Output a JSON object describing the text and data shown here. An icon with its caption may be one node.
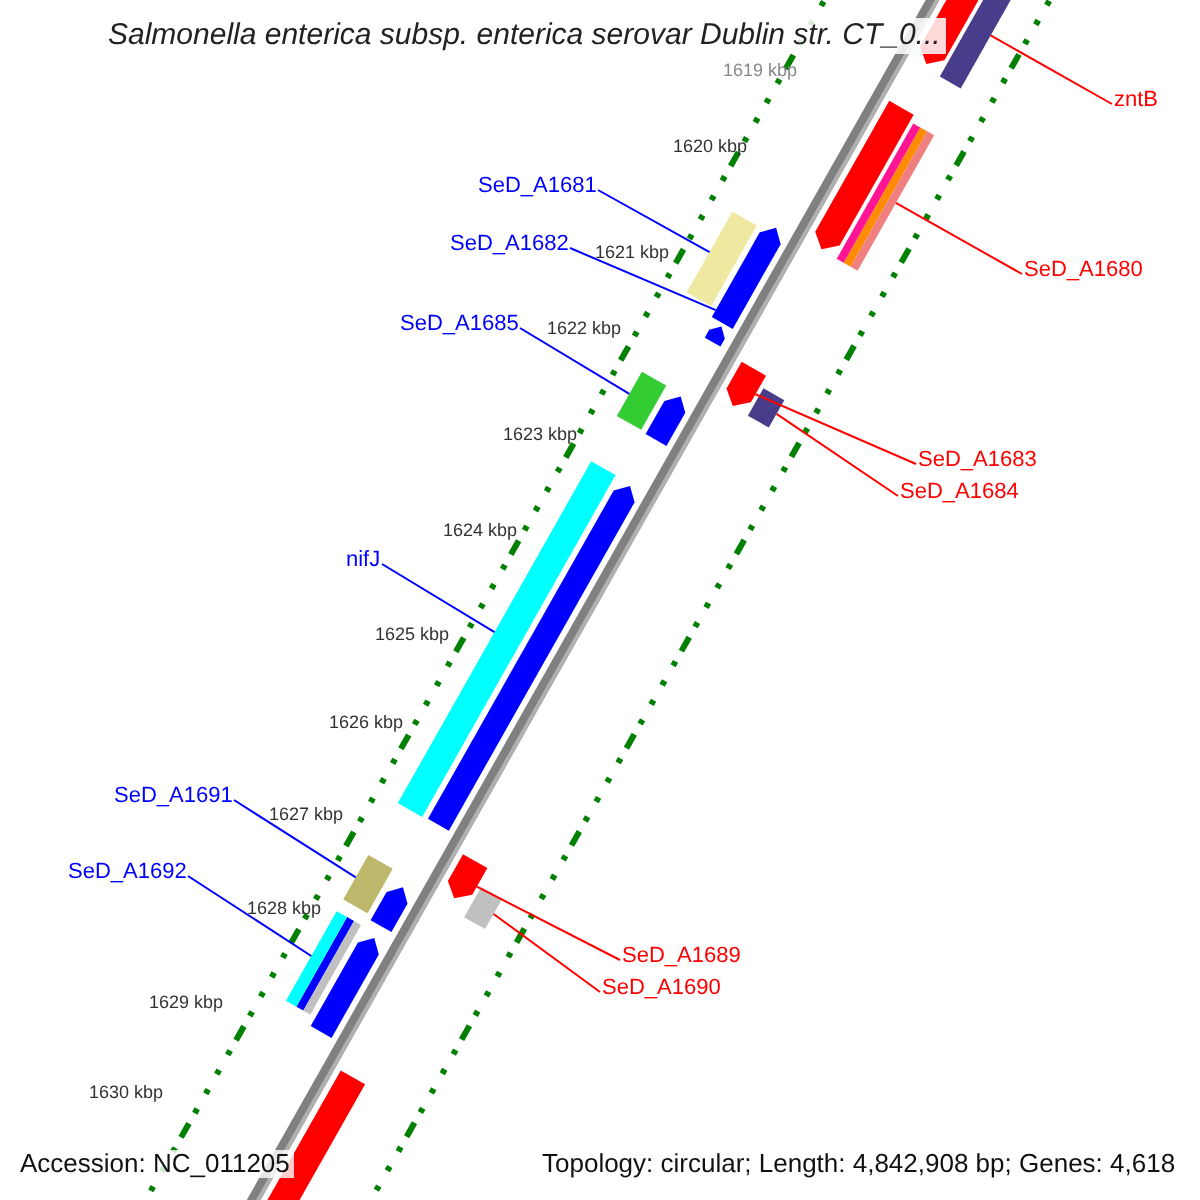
{
  "diagram": {
    "title": "Salmonella enterica subsp. enterica serovar Dublin str. CT_0...",
    "nodes": [
      {
        "text": [
          "zntB"
        ]
      },
      {
        "text": [
          "SeD_A1681"
        ]
      },
      {
        "text": [
          "SeD_A1682"
        ]
      },
      {
        "text": [
          "SeD_A1680"
        ]
      },
      {
        "text": [
          "SeD_A1685"
        ]
      },
      {
        "text": [
          "SeD_A1683"
        ]
      },
      {
        "text": [
          "SeD_A1684"
        ]
      },
      {
        "text": [
          "nifJ"
        ]
      },
      {
        "text": [
          "SeD_A1691"
        ]
      },
      {
        "text": [
          "SeD_A1692"
        ]
      },
      {
        "text": [
          "SeD_A1689"
        ]
      },
      {
        "text": [
          "SeD_A1690"
        ]
      },
      {
        "text": [],
        "shape": "bar"
      },
      {
        "text": [],
        "shape": "bar"
      },
      {
        "text": [],
        "shape": "bar"
      },
      {
        "text": [],
        "shape": "bar"
      },
      {
        "text": [],
        "shape": "bar"
      },
      {
        "text": [],
        "shape": "bar"
      },
      {
        "text": [],
        "shape": "bar"
      },
      {
        "text": [],
        "shape": "bar"
      },
      {
        "text": [],
        "shape": "bar"
      },
      {
        "text": [],
        "shape": "bar"
      },
      {
        "text": [],
        "shape": "bar"
      },
      {
        "text": [],
        "shape": "bar"
      }
    ],
    "edges": [
      {
        "from": 0,
        "to": 12,
        "arrow": "none",
        "color": "#ff0000"
      },
      {
        "from": 1,
        "to": 13,
        "arrow": "none",
        "color": "#0000ff"
      },
      {
        "from": 2,
        "to": 14,
        "arrow": "none",
        "color": "#0000ff"
      },
      {
        "from": 3,
        "to": 15,
        "arrow": "none",
        "color": "#ff0000"
      },
      {
        "from": 4,
        "to": 16,
        "arrow": "none",
        "color": "#0000ff"
      },
      {
        "from": 5,
        "to": 17,
        "arrow": "none",
        "color": "#ff0000"
      },
      {
        "from": 6,
        "to": 18,
        "arrow": "none",
        "color": "#ff0000"
      },
      {
        "from": 7,
        "to": 19,
        "arrow": "none",
        "color": "#0000ff"
      },
      {
        "from": 8,
        "to": 20,
        "arrow": "none",
        "color": "#0000ff"
      },
      {
        "from": 9,
        "to": 21,
        "arrow": "none",
        "color": "#0000ff"
      },
      {
        "from": 10,
        "to": 22,
        "arrow": "none",
        "color": "#ff0000"
      },
      {
        "from": 11,
        "to": 23,
        "arrow": "none",
        "color": "#ff0000"
      }
    ],
    "labels": [
      "1619 kbp",
      "1620 kbp",
      "1621 kbp",
      "1622 kbp",
      "1623 kbp",
      "1624 kbp",
      "1625 kbp",
      "1626 kbp",
      "1627 kbp",
      "1628 kbp",
      "1629 kbp",
      "1630 kbp",
      "Accession: NC_011205",
      "Topology: circular; Length: 4,842,908 bp; Genes: 4,618"
    ]
  }
}
